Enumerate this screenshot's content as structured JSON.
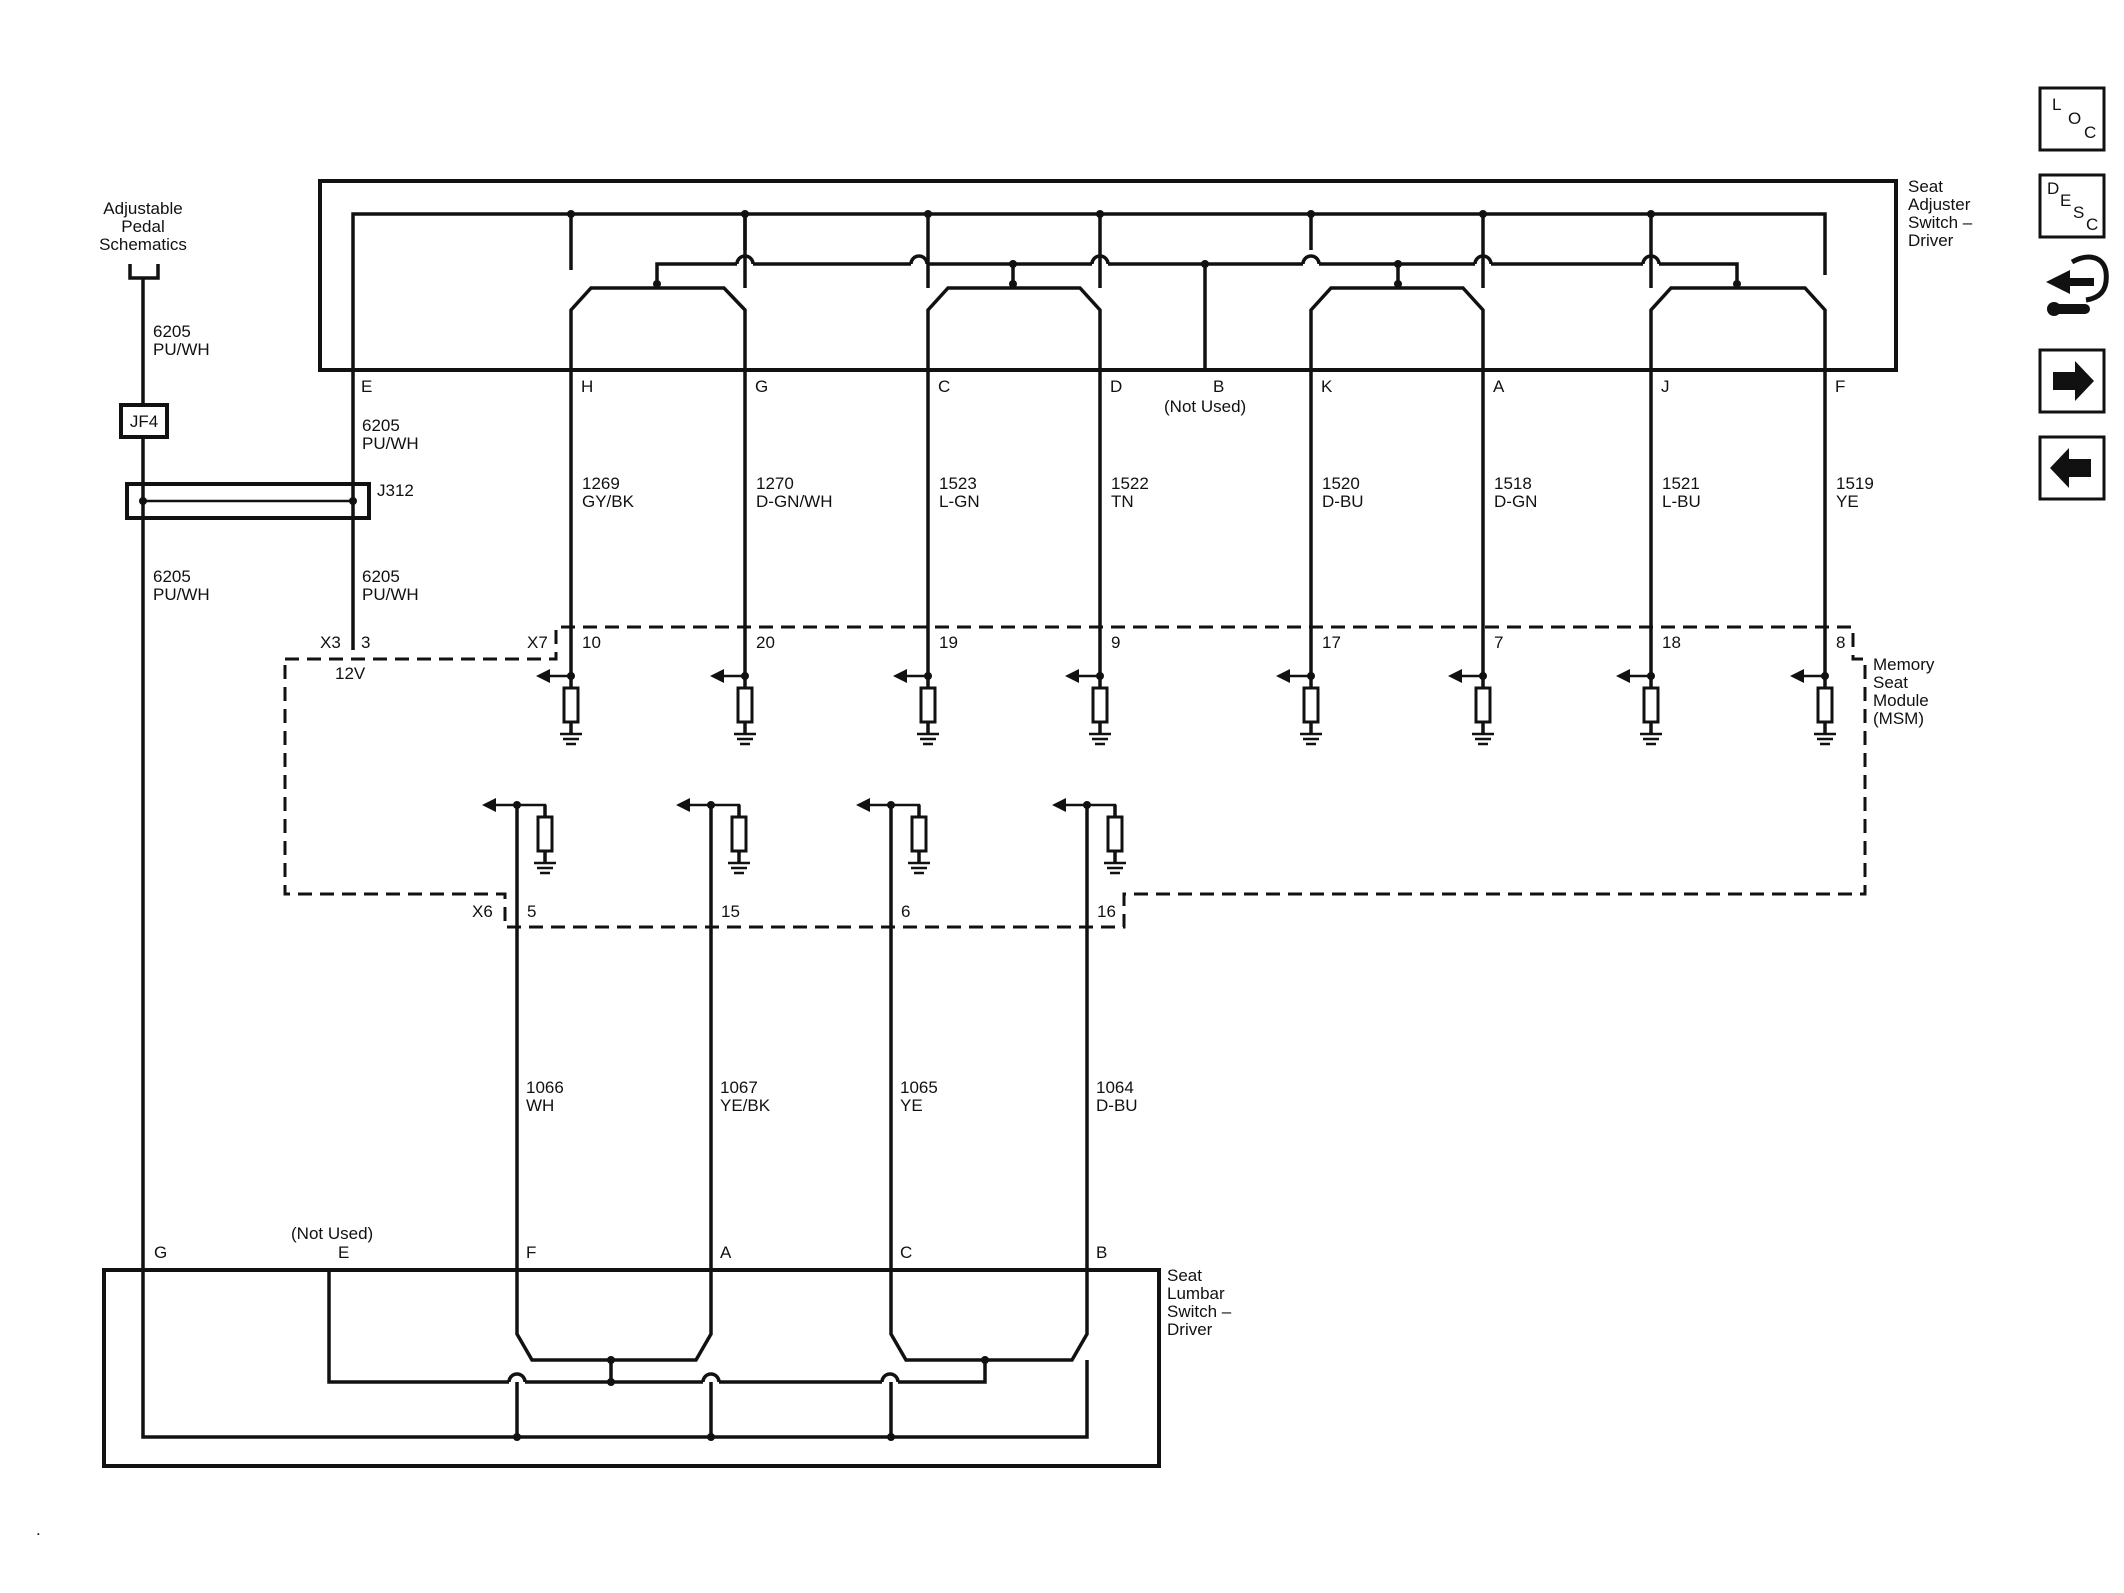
{
  "components": {
    "adjuster_switch": {
      "label_lines": [
        "Seat",
        "Adjuster",
        "Switch –",
        "Driver"
      ]
    },
    "memory_module": {
      "label_lines": [
        "Memory",
        "Seat",
        "Module",
        "(MSM)"
      ]
    },
    "lumbar_switch": {
      "label_lines": [
        "Seat",
        "Lumbar",
        "Switch –",
        "Driver"
      ]
    },
    "pedal_ref": {
      "label_lines": [
        "Adjustable",
        "Pedal",
        "Schematics"
      ]
    },
    "splice_jf4": "JF4",
    "splice_j312": "J312"
  },
  "power": {
    "upper_circuit": [
      "6205",
      "PU/WH"
    ],
    "lower_circuit": [
      "6205",
      "PU/WH"
    ],
    "feed_circuit_a": [
      "6205",
      "PU/WH"
    ],
    "feed_circuit_b": [
      "6205",
      "PU/WH"
    ],
    "connector": "X3",
    "pin": "3",
    "voltage": "12V",
    "switch_pin": "E"
  },
  "x7": {
    "connector": "X7",
    "wires": [
      {
        "sw_pin": "H",
        "circuit": "1269",
        "color": "GY/BK",
        "msm_pin": "10"
      },
      {
        "sw_pin": "G",
        "circuit": "1270",
        "color": "D-GN/WH",
        "msm_pin": "20"
      },
      {
        "sw_pin": "C",
        "circuit": "1523",
        "color": "L-GN",
        "msm_pin": "19"
      },
      {
        "sw_pin": "D",
        "circuit": "1522",
        "color": "TN",
        "msm_pin": "9"
      },
      {
        "sw_pin": "K",
        "circuit": "1520",
        "color": "D-BU",
        "msm_pin": "17"
      },
      {
        "sw_pin": "A",
        "circuit": "1518",
        "color": "D-GN",
        "msm_pin": "7"
      },
      {
        "sw_pin": "J",
        "circuit": "1521",
        "color": "L-BU",
        "msm_pin": "18"
      },
      {
        "sw_pin": "F",
        "circuit": "1519",
        "color": "YE",
        "msm_pin": "8"
      }
    ],
    "unused_pin": "B",
    "unused_label": "(Not Used)"
  },
  "x6": {
    "connector": "X6",
    "wires": [
      {
        "msm_pin": "5",
        "circuit": "1066",
        "color": "WH",
        "sw_pin": "F"
      },
      {
        "msm_pin": "15",
        "circuit": "1067",
        "color": "YE/BK",
        "sw_pin": "A"
      },
      {
        "msm_pin": "6",
        "circuit": "1065",
        "color": "YE",
        "sw_pin": "C"
      },
      {
        "msm_pin": "16",
        "circuit": "1064",
        "color": "D-BU",
        "sw_pin": "B"
      }
    ]
  },
  "lumbar_pins": {
    "ground": "G",
    "unused_pin": "E",
    "unused_label": "(Not Used)"
  },
  "nav_icons": [
    {
      "name": "loc-icon",
      "letters": [
        "L",
        "O",
        "C"
      ]
    },
    {
      "name": "desc-icon",
      "letters": [
        "D",
        "E",
        "S",
        "C"
      ]
    },
    {
      "name": "connector-tool-icon"
    },
    {
      "name": "next-page-icon"
    },
    {
      "name": "previous-page-icon"
    }
  ]
}
